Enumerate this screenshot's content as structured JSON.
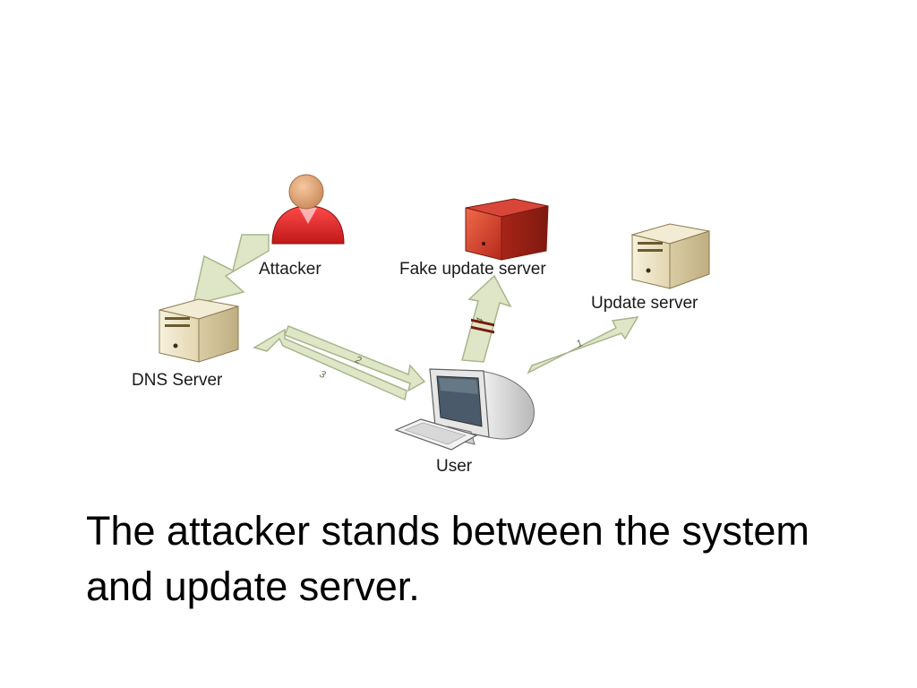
{
  "diagram": {
    "nodes": {
      "attacker": {
        "label": "Attacker",
        "icon": "attacker-person-icon"
      },
      "fake_update_server": {
        "label": "Fake update server",
        "icon": "fake-server-icon"
      },
      "update_server": {
        "label": "Update server",
        "icon": "server-icon"
      },
      "dns_server": {
        "label": "DNS Server",
        "icon": "server-icon"
      },
      "user": {
        "label": "User",
        "icon": "computer-icon"
      }
    },
    "steps": {
      "user_to_update_server": "1",
      "dns_to_user": "2",
      "user_to_dns": "3",
      "user_to_fake_server": "4"
    }
  },
  "caption": "The attacker stands between the system and update server.",
  "colors": {
    "arrow_fill": "#dfe6c7",
    "arrow_stroke": "#a9b58a",
    "attacker_red": "#d92a2a",
    "fake_server_red": "#c93a2a",
    "server_beige": "#efe6c8"
  }
}
